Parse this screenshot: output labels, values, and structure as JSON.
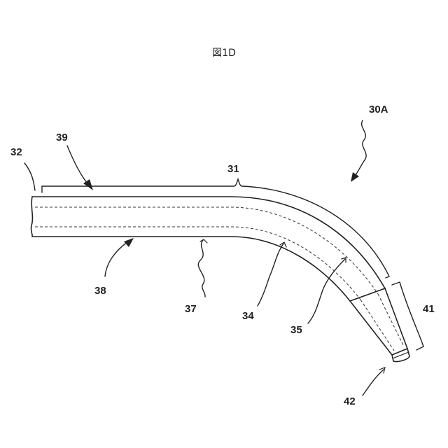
{
  "figure": {
    "title": "図1D"
  },
  "labels": {
    "l30a": "30A",
    "l31": "31",
    "l32": "32",
    "l34": "34",
    "l35": "35",
    "l37": "37",
    "l38": "38",
    "l39": "39",
    "l41": "41",
    "l42": "42"
  }
}
